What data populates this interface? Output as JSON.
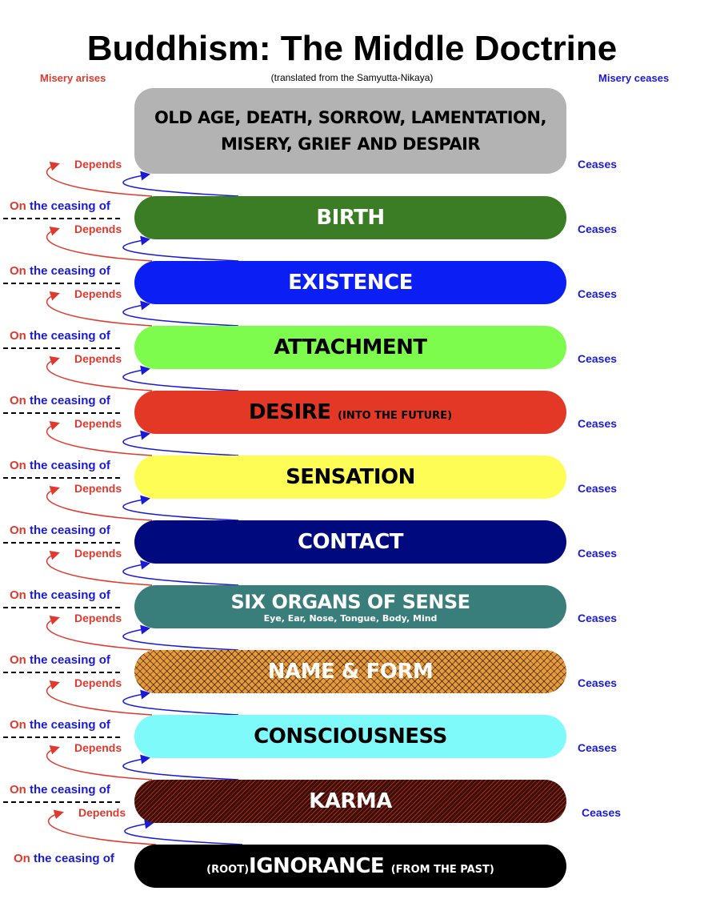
{
  "title": "Buddhism:  The Middle Doctrine",
  "subtitle": "(translated from the Samyutta-Nikaya)",
  "left_header": "Misery arises",
  "right_header": "Misery ceases",
  "depends_label": "Depends",
  "ceases_label": "Ceases",
  "on_label": "On",
  "ceasing_label": "the ceasing of",
  "top_box": {
    "line1": "OLD AGE, DEATH, SORROW, LAMENTATION,",
    "line2": "MISERY, GRIEF AND DESPAIR",
    "color": "#b3b3b3",
    "text_color": "#000000"
  },
  "links": [
    {
      "pre": "",
      "name": "BIRTH",
      "post": "",
      "note": "",
      "color": "#3a7d24",
      "text_color": "#ffffff"
    },
    {
      "pre": "",
      "name": "EXISTENCE",
      "post": "",
      "note": "",
      "color": "#0b1ff5",
      "text_color": "#ffffff"
    },
    {
      "pre": "",
      "name": "ATTACHMENT",
      "post": "",
      "note": "",
      "color": "#7efc4e",
      "text_color": "#000000"
    },
    {
      "pre": "",
      "name": "DESIRE",
      "post": "(INTO THE FUTURE)",
      "note": "",
      "color": "#e43826",
      "text_color": "#000000"
    },
    {
      "pre": "",
      "name": "SENSATION",
      "post": "",
      "note": "",
      "color": "#fdfd55",
      "text_color": "#000000"
    },
    {
      "pre": "",
      "name": "CONTACT",
      "post": "",
      "note": "",
      "color": "#00097d",
      "text_color": "#ffffff"
    },
    {
      "pre": "",
      "name": "SIX ORGANS OF SENSE",
      "post": "",
      "note": "Eye, Ear, Nose, Tongue, Body, Mind",
      "color": "#3a7e7c",
      "text_color": "#ffffff"
    },
    {
      "pre": "",
      "name": "NAME & FORM",
      "post": "",
      "note": "",
      "color": "#e89a3c",
      "text_color": "#ffffff",
      "pattern": "crosshatch"
    },
    {
      "pre": "",
      "name": "CONSCIOUSNESS",
      "post": "",
      "note": "",
      "color": "#7ffafa",
      "text_color": "#000000"
    },
    {
      "pre": "",
      "name": "KARMA",
      "post": "",
      "note": "",
      "color": "#3a0f0a",
      "text_color": "#ffffff",
      "pattern": "diagonal"
    },
    {
      "pre": "(ROOT)",
      "name": "IGNORANCE",
      "post": "(FROM THE PAST)",
      "note": "",
      "color": "#000000",
      "text_color": "#ffffff"
    }
  ],
  "colors": {
    "arises": "#e03a2e",
    "ceases": "#1a1ad6"
  }
}
